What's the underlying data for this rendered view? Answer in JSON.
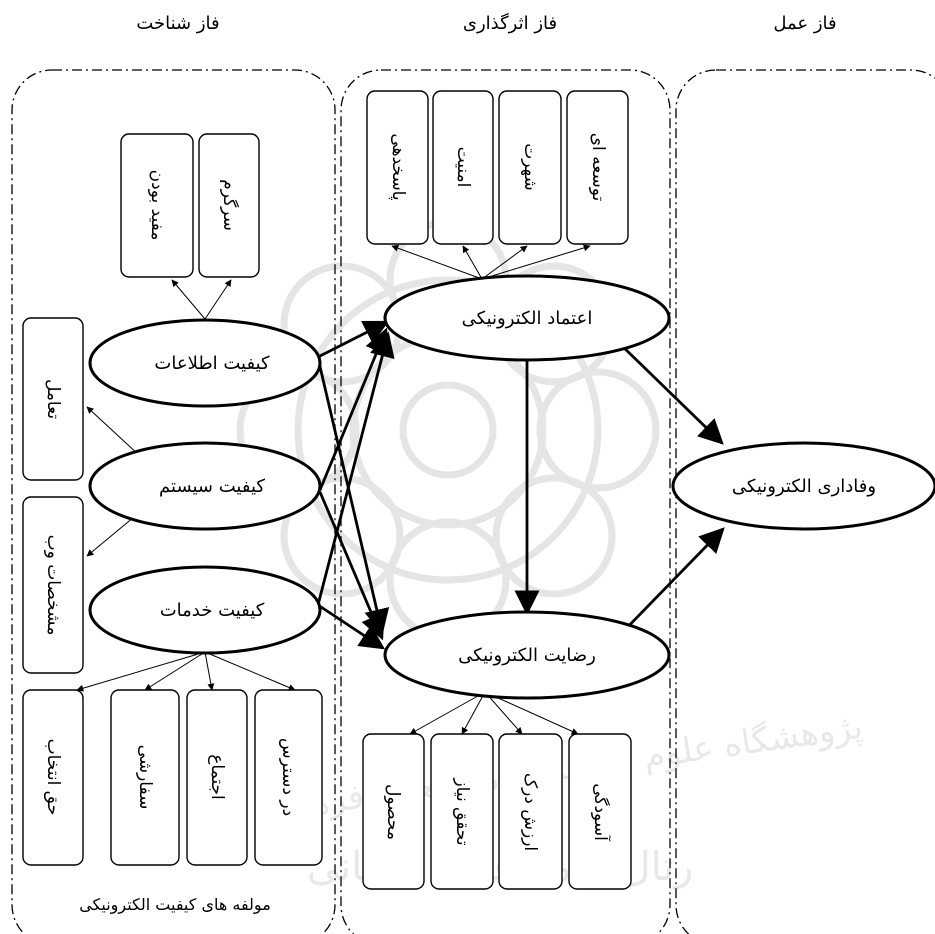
{
  "phases": {
    "cognition": "فاز شناخت",
    "affect": "فاز اثرگذاری",
    "action": "فاز عمل"
  },
  "cognition": {
    "info_quality": "کیفیت اطلاعات",
    "system_quality": "کیفیت سیستم",
    "service_quality": "کیفیت خدمات",
    "info_items": [
      "مفید بودن",
      "سرگرم"
    ],
    "side_items": [
      "تعامل",
      "مشخصات وب"
    ],
    "service_items": [
      "حق انتخاب",
      "سفارشی",
      "اجتماع",
      "در دسترس"
    ],
    "caption": "مولفه های کیفیت الکترونیکی"
  },
  "affect": {
    "trust": "اعتماد الکترونیکی",
    "satisfaction": "رضایت الکترونیکی",
    "trust_items": [
      "پاسخدهی",
      "امنیت",
      "شهرت",
      "توسعه ای"
    ],
    "satisfaction_items": [
      "محصول",
      "تحقق نیاز",
      "ارزش درک",
      "آسودگی"
    ]
  },
  "action": {
    "loyalty": "وفاداری الکترونیکی"
  }
}
